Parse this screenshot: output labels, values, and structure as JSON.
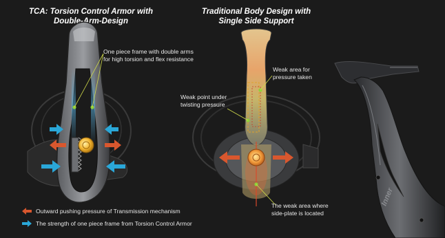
{
  "left_title": [
    "TCA: Torsion Control Armor with",
    "Double-Arm-Design"
  ],
  "center_title": [
    "Traditional Body Design with",
    "Single Side Support"
  ],
  "annotations": {
    "frame": [
      "One piece frame with double arms",
      "for high torsion and flex resistance"
    ],
    "weak_area_pressure": [
      "Weak area for",
      "pressure taken"
    ],
    "weak_point_twisting": [
      "Weak point under",
      "twisting pressure"
    ],
    "weak_area_sideplate": [
      "The weak area where",
      "side-plate is located"
    ]
  },
  "legend": {
    "orange_label": "Outward pushing pressure of Transmission mechanism",
    "blue_label": "The strength of one piece frame from Torsion Control Armor",
    "orange_color": "#d9572e",
    "blue_color": "#2aa7d8"
  },
  "reel_brand_text": "Inner"
}
